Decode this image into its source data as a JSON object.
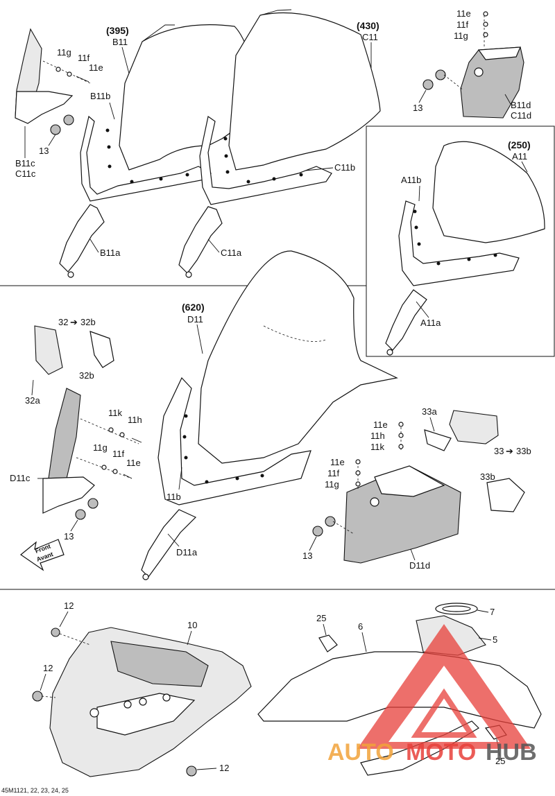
{
  "diagram_code": "45M1121, 22, 23, 24, 25",
  "watermark": {
    "text_left": "AUTO",
    "text_mid": "MOTO",
    "text_right": "HUB",
    "colors": {
      "orange": "#f2a33a",
      "red": "#e8403a",
      "gray": "#555555"
    }
  },
  "panel_top_left": {
    "sizes": {
      "b": "(395)",
      "c": "(430)"
    },
    "labels": {
      "b11": "B11",
      "c11": "C11",
      "b11a": "B11a",
      "c11a": "C11a",
      "b11b": "B11b",
      "c11b": "C11b",
      "b11c": "B11c",
      "c11c": "C11c",
      "b11d": "B11d",
      "c11d": "C11d",
      "l11g": "11g",
      "l11f": "11f",
      "l11e": "11e",
      "l11e_r": "11e",
      "l11f_r": "11f",
      "l11g_r": "11g",
      "l13_l": "13",
      "l13_r": "13"
    }
  },
  "panel_top_right": {
    "size": "(250)",
    "labels": {
      "a11": "A11",
      "a11a": "A11a",
      "a11b": "A11b"
    }
  },
  "panel_middle": {
    "size": "(620)",
    "labels": {
      "d11": "D11",
      "d11a": "D11a",
      "d11b": "11b",
      "d11c": "D11c",
      "d11d": "D11d",
      "p32": "32",
      "p32b_arrow": "32b",
      "p32b": "32b",
      "p32a": "32a",
      "p33": "33",
      "p33b_arrow": "33b",
      "p33a": "33a",
      "p33b": "33b",
      "l11k": "11k",
      "l11h": "11h",
      "l11g": "11g",
      "l11f": "11f",
      "l11e": "11e",
      "r11e": "11e",
      "r11h": "11h",
      "r11k": "11k",
      "r11e2": "11e",
      "r11f2": "11f",
      "r11g2": "11g",
      "l13_l": "13",
      "l13_r": "13",
      "front_en": "Front",
      "front_fr": "Avant"
    }
  },
  "panel_bottom": {
    "labels": {
      "p12_top": "12",
      "p12_left": "12",
      "p12_bottom": "12",
      "p10": "10",
      "p25_top": "25",
      "p25_bottom": "25",
      "p6": "6",
      "p7": "7",
      "p5": "5"
    }
  }
}
